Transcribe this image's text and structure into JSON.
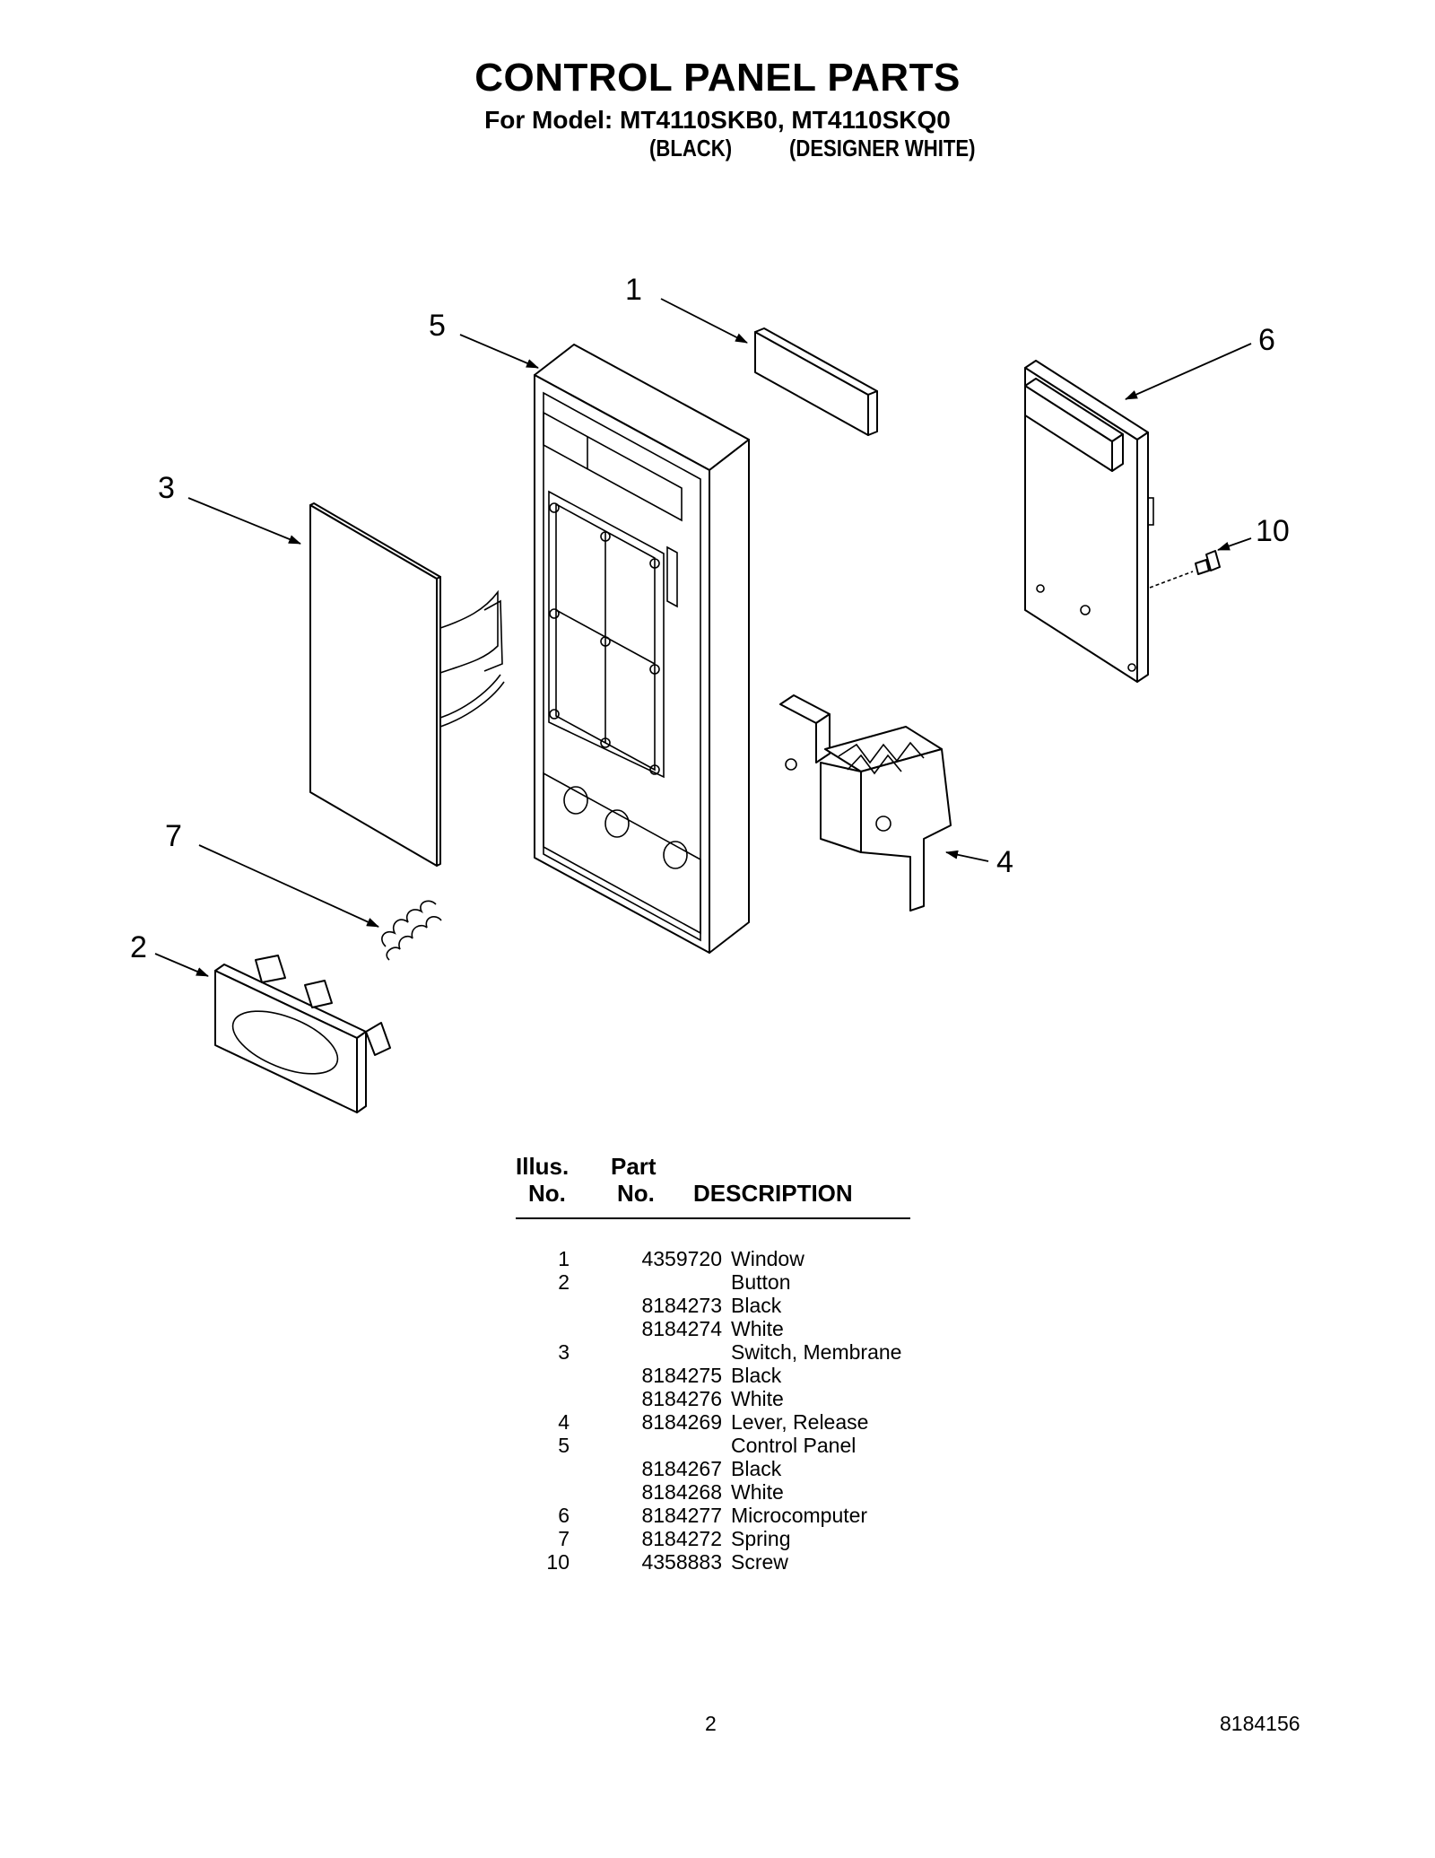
{
  "header": {
    "title": "CONTROL PANEL PARTS",
    "subtitle": "For Model: MT4110SKB0, MT4110SKQ0",
    "model_black": "(BLACK)",
    "model_white": "(DESIGNER WHITE)"
  },
  "diagram": {
    "callouts": [
      "1",
      "5",
      "6",
      "3",
      "10",
      "7",
      "4",
      "2"
    ]
  },
  "table": {
    "header_illus_1": "Illus.",
    "header_illus_2": "No.",
    "header_part_1": "Part",
    "header_part_2": "No.",
    "header_desc": "DESCRIPTION",
    "rows": [
      {
        "illus": "1",
        "part": "4359720",
        "desc": "Window"
      },
      {
        "illus": "2",
        "part": "",
        "desc": "Button"
      },
      {
        "illus": "",
        "part": "8184273",
        "desc": "Black"
      },
      {
        "illus": "",
        "part": "8184274",
        "desc": "White"
      },
      {
        "illus": "3",
        "part": "",
        "desc": "Switch, Membrane"
      },
      {
        "illus": "",
        "part": "8184275",
        "desc": "Black"
      },
      {
        "illus": "",
        "part": "8184276",
        "desc": "White"
      },
      {
        "illus": "4",
        "part": "8184269",
        "desc": "Lever, Release"
      },
      {
        "illus": "5",
        "part": "",
        "desc": "Control Panel"
      },
      {
        "illus": "",
        "part": "8184267",
        "desc": "Black"
      },
      {
        "illus": "",
        "part": "8184268",
        "desc": "White"
      },
      {
        "illus": "6",
        "part": "8184277",
        "desc": "Microcomputer"
      },
      {
        "illus": "7",
        "part": "8184272",
        "desc": "Spring"
      },
      {
        "illus": "10",
        "part": "4358883",
        "desc": "Screw"
      }
    ]
  },
  "footer": {
    "page_number": "2",
    "document_number": "8184156"
  }
}
